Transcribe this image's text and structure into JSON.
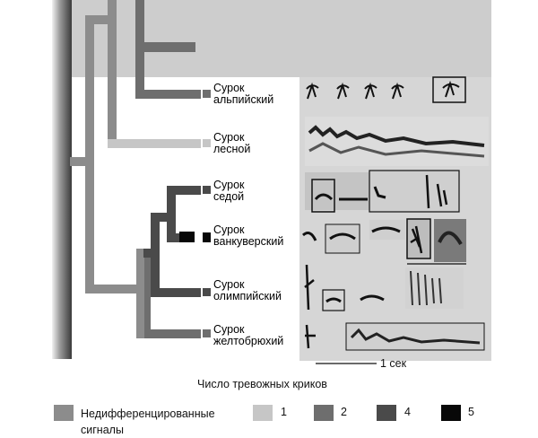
{
  "species": [
    {
      "line1": "Сурок",
      "line2": "альпийский"
    },
    {
      "line1": "Сурок",
      "line2": "лесной"
    },
    {
      "line1": "Сурок",
      "line2": "седой"
    },
    {
      "line1": "Сурок",
      "line2": "ванкуверский"
    },
    {
      "line1": "Сурок",
      "line2": "олимпийский"
    },
    {
      "line1": "Сурок",
      "line2": "желтобрюхий"
    }
  ],
  "scale_label": "1 сек",
  "legend": {
    "title": "Число тревожных криков",
    "items": [
      {
        "label": "Недифференцированные сигналы",
        "color": "#8c8c8c"
      },
      {
        "label": "1",
        "color": "#c6c6c6"
      },
      {
        "label": "2",
        "color": "#6e6e6e"
      },
      {
        "label": "4",
        "color": "#4a4a4a"
      },
      {
        "label": "5",
        "color": "#080808"
      }
    ]
  },
  "colors": {
    "undifferentiated": "#8c8c8c",
    "one": "#c6c6c6",
    "two": "#6e6e6e",
    "four": "#4a4a4a",
    "five": "#080808",
    "background_panel": "#cdcdcd",
    "spectrogram_panel": "#d6d6d6"
  }
}
